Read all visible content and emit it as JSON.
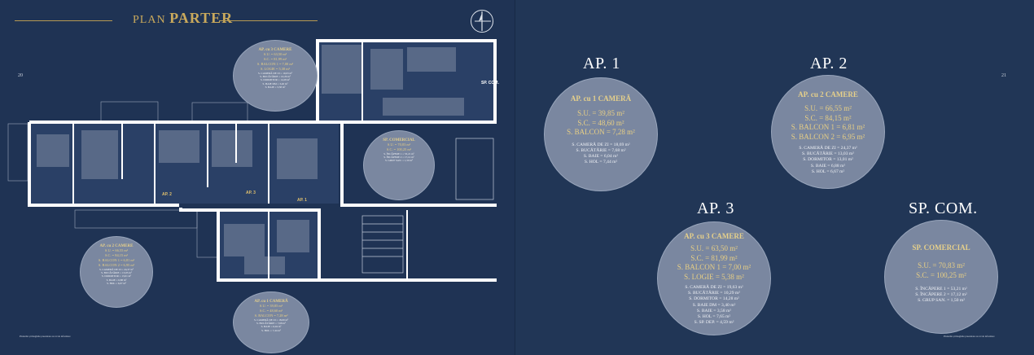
{
  "header": {
    "plan_word": "PLAN",
    "parter_word": "PARTER"
  },
  "page_numbers": {
    "left": "20",
    "right": "21"
  },
  "footer_note": "Planurile și imaginile prezentate au rol de informare",
  "compass": {
    "icon": "compass-icon"
  },
  "plan_labels": {
    "ap1": "AP. 1",
    "ap2": "AP. 2",
    "ap3": "AP. 3",
    "sp_com": "SP. COM."
  },
  "colors": {
    "background": "#1f3354",
    "gold": "#c9a95c",
    "circle": "#7a87a0"
  },
  "left_circles": {
    "ap3": {
      "title": "AP. cu 3 CAMERE",
      "gold": [
        "S.U. = 63,50 m²",
        "S.C. = 81,99 m²",
        "S. BALCON 1 = 7,00 m²",
        "S. LOGIE = 5,38 m²"
      ],
      "rooms": [
        "S. CAMERĂ DE ZI = 19,63 m²",
        "S. BUCĂTĂRIE = 10,29 m²",
        "S. DORMITOR = 14,28 m²",
        "S. BAIE DM = 3,40 m²",
        "S. BAIE = 3,58 m²",
        "S. HOL = 7,65 m²",
        "S. SP. DEP. = 4,59 m²"
      ]
    },
    "spcom": {
      "title": "SP. COMERCIAL",
      "gold": [
        "S.U. = 70,83 m²",
        "S.C. = 100,25 m²"
      ],
      "rooms": [
        "S. ÎNCĂPERE 1 = 53,21 m²",
        "S. ÎNCĂPERE 2 = 17,12 m²",
        "S. GRUP SAN. = 1,50 m²"
      ]
    },
    "ap2": {
      "title": "AP. cu 2 CAMERE",
      "gold": [
        "S.U. = 66,55 m²",
        "S.C. = 84,15 m²",
        "S. BALCON 1 = 6,81 m²",
        "S. BALCON 2 = 6,95 m²"
      ],
      "rooms": [
        "S. CAMERĂ DE ZI = 24,37 m²",
        "S. BUCĂTĂRIE = 13,03 m²",
        "S. DORMITOR = 13,01 m²",
        "S. BAIE = 6,88 m²",
        "S. HOL = 6,67 m²"
      ]
    },
    "ap1": {
      "title": "AP. cu 1 CAMERĂ",
      "gold": [
        "S.U. = 39,85 m²",
        "S.C. = 48,60 m²",
        "S. BALCON = 7,28 m²"
      ],
      "rooms": [
        "S. CAMERĂ DE ZI = 18,69 m²",
        "S. BUCĂTĂRIE = 7,68 m²",
        "S. BAIE = 6,04 m²",
        "S. HOL = 7,44 m²"
      ]
    }
  },
  "right_sections": {
    "ap1": {
      "heading": "AP. 1",
      "title": "AP. cu 1 CAMERĂ",
      "gold": [
        "S.U. = 39,85 m²",
        "S.C. = 48,60 m²",
        "S. BALCON = 7,28 m²"
      ],
      "rooms": [
        "S. CAMERĂ DE ZI = 18,69 m²",
        "S. BUCĂTĂRIE = 7,68 m²",
        "S. BAIE = 6,04 m²",
        "S. HOL = 7,44 m²"
      ]
    },
    "ap2": {
      "heading": "AP. 2",
      "title": "AP. cu 2 CAMERE",
      "gold": [
        "S.U. = 66,55 m²",
        "S.C. = 84,15 m²",
        "S. BALCON 1 = 6,81 m²",
        "S. BALCON 2 = 6,95 m²"
      ],
      "rooms": [
        "S. CAMERĂ DE ZI = 24,37 m²",
        "S. BUCĂTĂRIE = 13,03 m²",
        "S. DORMITOR = 13,01 m²",
        "S. BAIE = 6,88 m²",
        "S. HOL = 6,67 m²"
      ]
    },
    "ap3": {
      "heading": "AP. 3",
      "title": "AP. cu 3 CAMERE",
      "gold": [
        "S.U. = 63,50 m²",
        "S.C. = 81,99 m²",
        "S. BALCON 1 = 7,00 m²",
        "S. LOGIE = 5,38 m²"
      ],
      "rooms": [
        "S. CAMERĂ DE ZI = 19,63 m²",
        "S. BUCĂTĂRIE = 10,29 m²",
        "S. DORMITOR = 14,28 m²",
        "S. BAIE DM = 3,40 m²",
        "S. BAIE = 3,58 m²",
        "S. HOL = 7,65 m²",
        "S. SP. DEP. = 4,59 m²"
      ]
    },
    "spcom": {
      "heading": "SP. COM.",
      "title": "SP. COMERCIAL",
      "gold": [
        "S.U. = 70,83 m²",
        "S.C. = 100,25 m²"
      ],
      "rooms": [
        "S. ÎNCĂPERE 1 = 53,21 m²",
        "S. ÎNCĂPERE 2 = 17,12 m²",
        "S. GRUP SAN. = 1,50 m²"
      ]
    }
  }
}
